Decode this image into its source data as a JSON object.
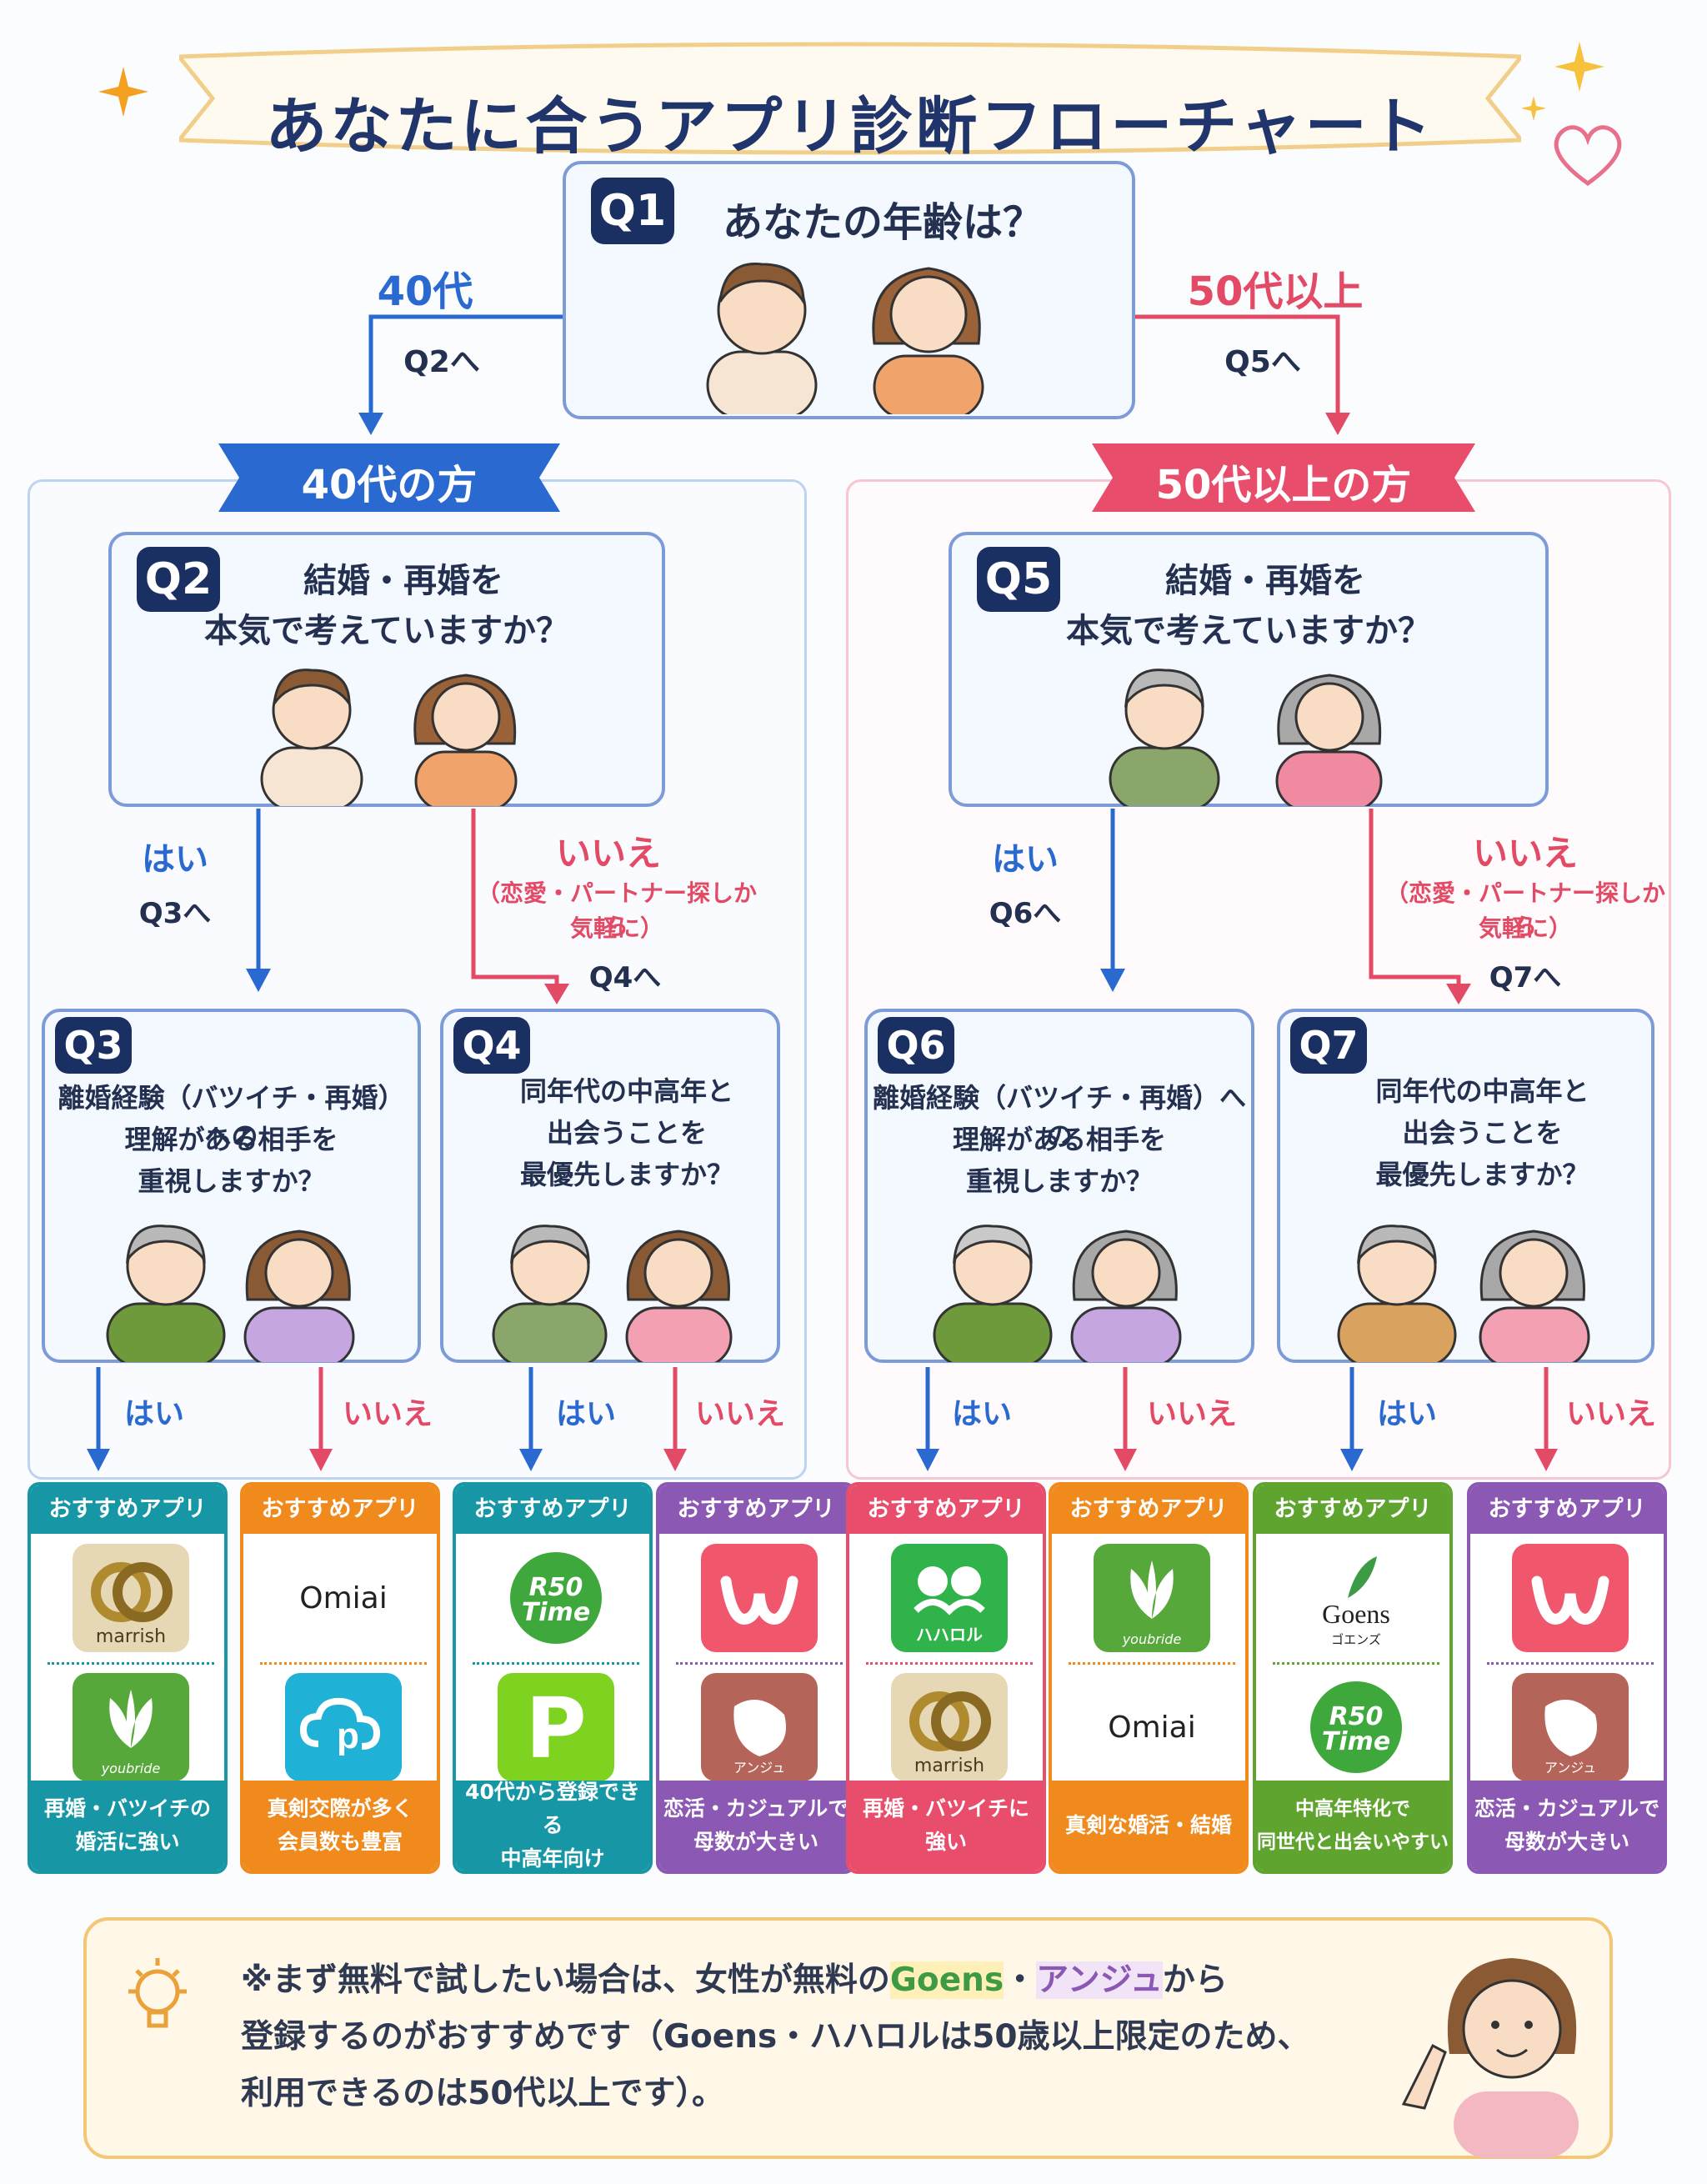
{
  "title": "あなたに合うアプリ診断フローチャート",
  "q1": {
    "badge": "Q1",
    "text": "あなたの年齢は？"
  },
  "branch_left": {
    "age": "40代",
    "next": "Q2へ",
    "banner": "40代の方"
  },
  "branch_right": {
    "age": "50代以上",
    "next": "Q5へ",
    "banner": "50代以上の方"
  },
  "q2": {
    "badge": "Q2",
    "line1": "結婚・再婚を",
    "line2": "本気で考えていますか？"
  },
  "q5": {
    "badge": "Q5",
    "line1": "結婚・再婚を",
    "line2": "本気で考えていますか？"
  },
  "q2_yes": {
    "label": "はい",
    "next": "Q3へ"
  },
  "q2_no": {
    "label": "いいえ",
    "note1": "（恋愛・パートナー探しから",
    "note2": "気軽に）",
    "next": "Q4へ"
  },
  "q5_yes": {
    "label": "はい",
    "next": "Q6へ"
  },
  "q5_no": {
    "label": "いいえ",
    "note1": "（恋愛・パートナー探しから",
    "note2": "気軽に）",
    "next": "Q7へ"
  },
  "q3": {
    "badge": "Q3",
    "line1": "離婚経験（バツイチ・再婚）への",
    "line2": "理解がある相手を",
    "line3": "重視しますか？"
  },
  "q4": {
    "badge": "Q4",
    "line1": "同年代の中高年と",
    "line2": "出会うことを",
    "line3": "最優先しますか？"
  },
  "q6": {
    "badge": "Q6",
    "line1": "離婚経験（バツイチ・再婚）への",
    "line2": "理解がある相手を",
    "line3": "重視しますか？"
  },
  "q7": {
    "badge": "Q7",
    "line1": "同年代の中高年と",
    "line2": "出会うことを",
    "line3": "最優先しますか？"
  },
  "answers": {
    "yes": "はい",
    "no": "いいえ"
  },
  "card_header": "おすすめアプリ",
  "cards": [
    {
      "color": "#1797a6",
      "logo1": "marrish",
      "logo2": "youbride",
      "foot1": "再婚・バツイチの",
      "foot2": "婚活に強い"
    },
    {
      "color": "#f08a1d",
      "logo1": "Omiai",
      "logo2": "pairs",
      "foot1": "真剣交際が多く",
      "foot2": "会員数も豊富"
    },
    {
      "color": "#1797a6",
      "logo1": "R50 Time",
      "logo2": "P",
      "foot1": "40代から登録できる",
      "foot2": "中高年向け"
    },
    {
      "color": "#8b58b3",
      "logo1": "with",
      "logo2": "アンジュ",
      "foot1": "恋活・カジュアルで",
      "foot2": "母数が大きい"
    },
    {
      "color": "#e84d6c",
      "logo1": "ハハロル",
      "logo2": "marrish",
      "foot1": "再婚・バツイチに",
      "foot2": "強い"
    },
    {
      "color": "#f08a1d",
      "logo1": "youbride",
      "logo2": "Omiai",
      "foot1": "真剣な婚活・結婚",
      "foot2": ""
    },
    {
      "color": "#5ea42f",
      "logo1": "Goens",
      "logo1_sub": "ゴエンズ",
      "logo2": "R50 Time",
      "foot1": "中高年特化で",
      "foot2": "同世代と出会いやすい"
    },
    {
      "color": "#8b58b3",
      "logo1": "with",
      "logo2": "アンジュ",
      "foot1": "恋活・カジュアルで",
      "foot2": "母数が大きい"
    }
  ],
  "note": {
    "prefix": "※まず無料で試したい場合は、女性が無料の",
    "goens": "Goens",
    "dot": "・",
    "anju": "アンジュ",
    "suffix": "から",
    "line2": "登録するのがおすすめです（Goens・ハハロルは50歳以上限定のため、",
    "line3": "利用できるのは50代以上です）。"
  },
  "colors": {
    "navy": "#1a2f62",
    "blue": "#2a6ad0",
    "red": "#e24a66"
  }
}
